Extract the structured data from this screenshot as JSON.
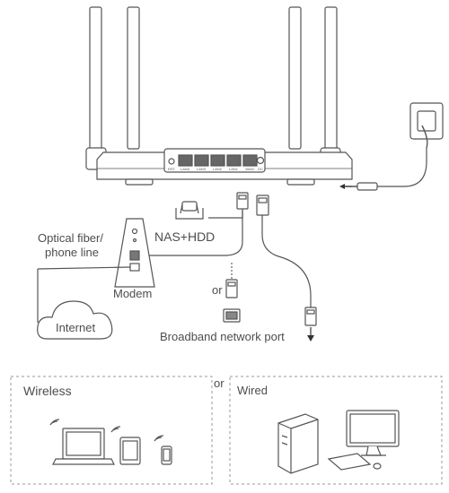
{
  "labels": {
    "optical_line1": "Optical fiber/",
    "optical_line2": "phone line",
    "modem": "Modem",
    "nas": "NAS+HDD",
    "internet": "Internet",
    "or_top": "or",
    "broadband": "Broadband network port",
    "wireless": "Wireless",
    "or_middle": "or",
    "wired": "Wired"
  },
  "router_port_labels": [
    "RST",
    "LAN4",
    "LAN3",
    "LAN2",
    "LAN1",
    "WAN",
    "DC"
  ],
  "icons": {
    "router": "router-icon",
    "power_adapter": "power-adapter-icon",
    "modem": "modem-icon",
    "nas": "nas-hdd-icon",
    "internet": "cloud-icon",
    "laptop": "laptop-icon",
    "tablet": "tablet-icon",
    "phone": "phone-icon",
    "desktop": "desktop-computer-icon"
  },
  "colors": {
    "line": "#555555",
    "dashed": "#8a8a8a",
    "text": "#4d4d4d"
  }
}
